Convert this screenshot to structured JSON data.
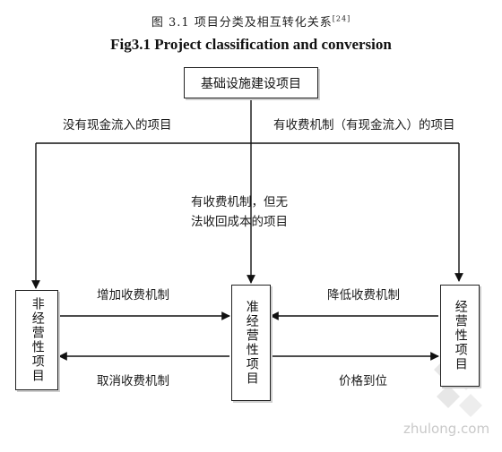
{
  "caption": {
    "cn": "图 3.1 项目分类及相互转化关系",
    "ref": "[24]",
    "en": "Fig3.1 Project classification and conversion"
  },
  "nodes": {
    "root": "基础设施建设项目",
    "left": "非经营性项目",
    "center": "准经营性项目",
    "right": "经营性项目"
  },
  "labels": {
    "no_cash_flow": "没有现金流入的项目",
    "toll_with_cash": "有收费机制（有现金流入）的项目",
    "toll_no_recovery_1": "有收费机制，但无",
    "toll_no_recovery_2": "法收回成本的项目",
    "add_toll": "增加收费机制",
    "cancel_toll": "取消收费机制",
    "reduce_toll": "降低收费机制",
    "price_in_place": "价格到位"
  },
  "watermark": "zhulong.com"
}
